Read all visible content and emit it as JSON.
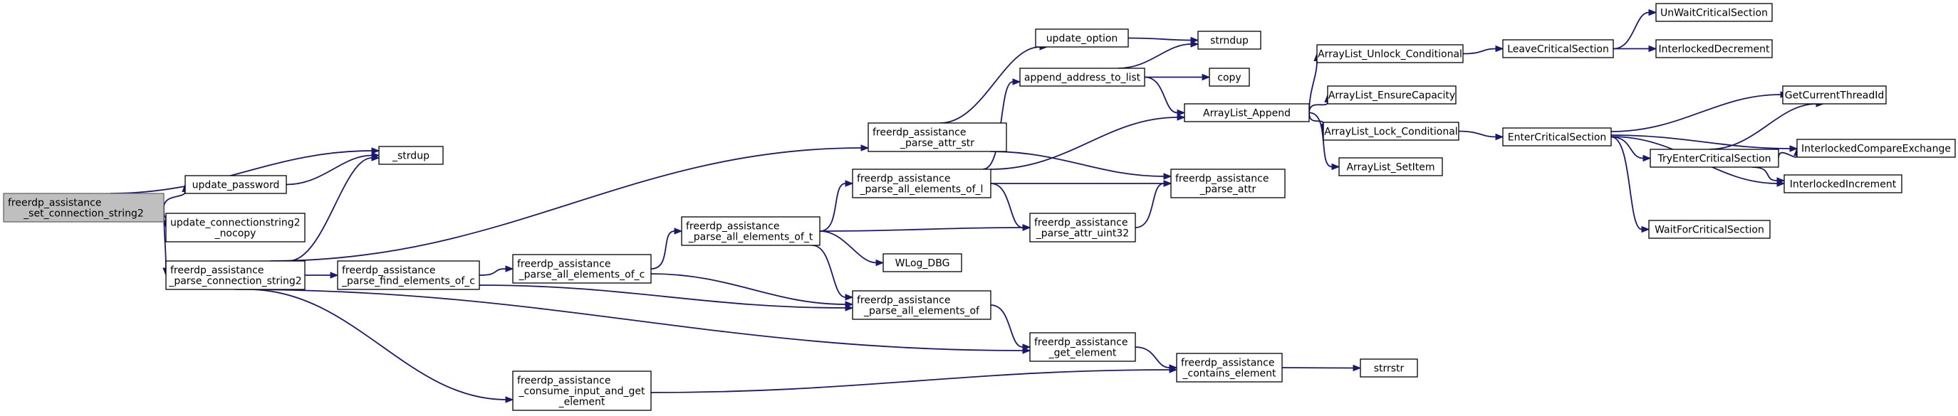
{
  "diagram": {
    "colors": {
      "edge": "#191970",
      "node_border": "#000000",
      "root_fill": "#bfbfbf",
      "node_fill": "#ffffff"
    },
    "nodes": [
      {
        "id": "set_cs2",
        "lines": [
          "freerdp_assistance",
          "_set_connection_string2"
        ],
        "root": true
      },
      {
        "id": "strdup_u",
        "lines": [
          "_strdup"
        ]
      },
      {
        "id": "update_password",
        "lines": [
          "update_password"
        ]
      },
      {
        "id": "update_cs2_nocopy",
        "lines": [
          "update_connectionstring2",
          "_nocopy"
        ]
      },
      {
        "id": "parse_cs2",
        "lines": [
          "freerdp_assistance",
          "_parse_connection_string2"
        ]
      },
      {
        "id": "find_c",
        "lines": [
          "freerdp_assistance",
          "_parse_find_elements_of_c"
        ]
      },
      {
        "id": "consume",
        "lines": [
          "freerdp_assistance",
          "_consume_input_and_get",
          "_element"
        ]
      },
      {
        "id": "all_c",
        "lines": [
          "freerdp_assistance",
          "_parse_all_elements_of_c"
        ]
      },
      {
        "id": "all_t",
        "lines": [
          "freerdp_assistance",
          "_parse_all_elements_of_t"
        ]
      },
      {
        "id": "attr_str",
        "lines": [
          "freerdp_assistance",
          "_parse_attr_str"
        ]
      },
      {
        "id": "all_l",
        "lines": [
          "freerdp_assistance",
          "_parse_all_elements_of_l"
        ]
      },
      {
        "id": "all_of",
        "lines": [
          "freerdp_assistance",
          "_parse_all_elements_of"
        ]
      },
      {
        "id": "wlog",
        "lines": [
          "WLog_DBG"
        ]
      },
      {
        "id": "update_option",
        "lines": [
          "update_option"
        ]
      },
      {
        "id": "append_addr",
        "lines": [
          "append_address_to_list"
        ]
      },
      {
        "id": "attr_uint32",
        "lines": [
          "freerdp_assistance",
          "_parse_attr_uint32"
        ]
      },
      {
        "id": "get_element",
        "lines": [
          "freerdp_assistance",
          "_get_element"
        ]
      },
      {
        "id": "contains_element",
        "lines": [
          "freerdp_assistance",
          "_contains_element"
        ]
      },
      {
        "id": "strndup",
        "lines": [
          "strndup"
        ]
      },
      {
        "id": "copy",
        "lines": [
          "copy"
        ]
      },
      {
        "id": "parse_attr",
        "lines": [
          "freerdp_assistance",
          "_parse_attr"
        ]
      },
      {
        "id": "strrstr",
        "lines": [
          "strrstr"
        ]
      },
      {
        "id": "al_append",
        "lines": [
          "ArrayList_Append"
        ]
      },
      {
        "id": "al_unlock",
        "lines": [
          "ArrayList_Unlock_Conditional"
        ]
      },
      {
        "id": "al_ensure",
        "lines": [
          "ArrayList_EnsureCapacity"
        ]
      },
      {
        "id": "al_lock",
        "lines": [
          "ArrayList_Lock_Conditional"
        ]
      },
      {
        "id": "al_setitem",
        "lines": [
          "ArrayList_SetItem"
        ]
      },
      {
        "id": "leave_cs",
        "lines": [
          "LeaveCriticalSection"
        ]
      },
      {
        "id": "enter_cs",
        "lines": [
          "EnterCriticalSection"
        ]
      },
      {
        "id": "unwait_cs",
        "lines": [
          "UnWaitCriticalSection"
        ]
      },
      {
        "id": "interlocked_dec",
        "lines": [
          "InterlockedDecrement"
        ]
      },
      {
        "id": "get_tid",
        "lines": [
          "GetCurrentThreadId"
        ]
      },
      {
        "id": "try_enter_cs",
        "lines": [
          "TryEnterCriticalSection"
        ]
      },
      {
        "id": "interlocked_cmpx",
        "lines": [
          "InterlockedCompareExchange"
        ]
      },
      {
        "id": "interlocked_inc",
        "lines": [
          "InterlockedIncrement"
        ]
      },
      {
        "id": "wait_cs",
        "lines": [
          "WaitForCriticalSection"
        ]
      }
    ],
    "edges": [
      [
        "set_cs2",
        "strdup_u"
      ],
      [
        "set_cs2",
        "update_password"
      ],
      [
        "set_cs2",
        "update_cs2_nocopy"
      ],
      [
        "set_cs2",
        "parse_cs2"
      ],
      [
        "update_password",
        "strdup_u"
      ],
      [
        "parse_cs2",
        "strdup_u"
      ],
      [
        "parse_cs2",
        "attr_str"
      ],
      [
        "parse_cs2",
        "find_c"
      ],
      [
        "parse_cs2",
        "get_element"
      ],
      [
        "parse_cs2",
        "consume"
      ],
      [
        "find_c",
        "all_c"
      ],
      [
        "find_c",
        "all_of"
      ],
      [
        "all_c",
        "all_t"
      ],
      [
        "all_c",
        "all_of"
      ],
      [
        "all_t",
        "all_l"
      ],
      [
        "all_t",
        "attr_uint32"
      ],
      [
        "all_t",
        "wlog"
      ],
      [
        "all_t",
        "all_of"
      ],
      [
        "all_l",
        "append_addr"
      ],
      [
        "all_l",
        "al_append"
      ],
      [
        "all_l",
        "parse_attr"
      ],
      [
        "all_l",
        "attr_uint32"
      ],
      [
        "attr_str",
        "update_option"
      ],
      [
        "attr_str",
        "parse_attr"
      ],
      [
        "update_option",
        "strndup"
      ],
      [
        "append_addr",
        "strndup"
      ],
      [
        "append_addr",
        "copy"
      ],
      [
        "append_addr",
        "al_append"
      ],
      [
        "attr_uint32",
        "parse_attr"
      ],
      [
        "all_of",
        "get_element"
      ],
      [
        "get_element",
        "contains_element"
      ],
      [
        "consume",
        "contains_element"
      ],
      [
        "contains_element",
        "strrstr"
      ],
      [
        "al_append",
        "al_unlock"
      ],
      [
        "al_append",
        "al_ensure"
      ],
      [
        "al_append",
        "al_lock"
      ],
      [
        "al_append",
        "al_setitem"
      ],
      [
        "al_unlock",
        "leave_cs"
      ],
      [
        "leave_cs",
        "unwait_cs"
      ],
      [
        "leave_cs",
        "interlocked_dec"
      ],
      [
        "al_lock",
        "enter_cs"
      ],
      [
        "enter_cs",
        "get_tid"
      ],
      [
        "enter_cs",
        "try_enter_cs"
      ],
      [
        "enter_cs",
        "interlocked_cmpx"
      ],
      [
        "enter_cs",
        "interlocked_inc"
      ],
      [
        "enter_cs",
        "wait_cs"
      ],
      [
        "try_enter_cs",
        "get_tid"
      ],
      [
        "try_enter_cs",
        "interlocked_cmpx"
      ],
      [
        "try_enter_cs",
        "interlocked_inc"
      ]
    ]
  }
}
